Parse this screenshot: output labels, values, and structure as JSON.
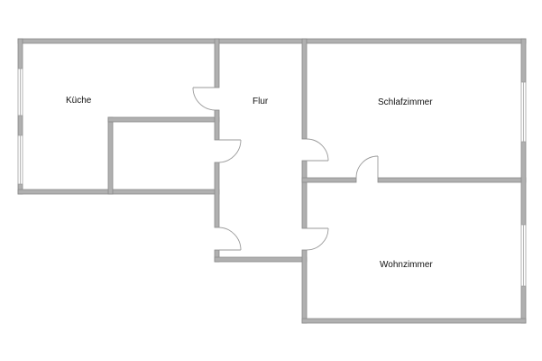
{
  "plan": {
    "type": "floor-plan",
    "rooms": [
      {
        "id": "kueche",
        "label": "Küche"
      },
      {
        "id": "flur",
        "label": "Flur"
      },
      {
        "id": "schlafzimmer",
        "label": "Schlafzimmer"
      },
      {
        "id": "wohnzimmer",
        "label": "Wohnzimmer"
      },
      {
        "id": "abstellraum",
        "label": ""
      }
    ],
    "colors": {
      "wall_fill": "#b0b0b0",
      "wall_edge": "#8a8a8a",
      "background": "#ffffff",
      "label": "#111111"
    }
  }
}
